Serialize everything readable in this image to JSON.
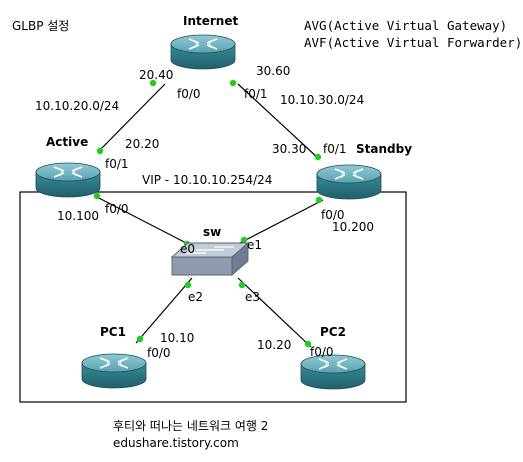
{
  "title": "GLBP 설정",
  "legend": {
    "avg": "AVG(Active Virtual Gateway)",
    "avf": "AVF(Active Virtual Forwarder)"
  },
  "devices": {
    "internet": "Internet",
    "active": "Active",
    "standby": "Standby",
    "switch": "sw",
    "pc1": "PC1",
    "pc2": "PC2"
  },
  "networks": {
    "left_wan": "10.10.20.0/24",
    "right_wan": "10.10.30.0/24",
    "vip": "VIP - 10.10.10.254/24"
  },
  "addresses": {
    "internet_left": "20.40",
    "internet_right": "30.60",
    "active_up": "20.20",
    "standby_up": "30.30",
    "active_lan": "10.100",
    "standby_lan": "10.200",
    "pc1": "10.10",
    "pc2": "10.20"
  },
  "interfaces": {
    "internet_f00": "f0/0",
    "internet_f01": "f0/1",
    "active_f01": "f0/1",
    "active_f00": "f0/0",
    "standby_f01": "f0/1",
    "standby_f00": "f0/0",
    "sw_e0": "e0",
    "sw_e1": "e1",
    "sw_e2": "e2",
    "sw_e3": "e3",
    "pc1_f00": "f0/0",
    "pc2_f00": "f0/0"
  },
  "footer": {
    "caption": "후티와 떠나는 네트워크 여행 2",
    "url": "edushare.tistory.com"
  },
  "colors": {
    "router_top": "#5fa8b4",
    "router_side": "#2f7a87",
    "link": "#000000",
    "port_dot": "#22cc22"
  }
}
